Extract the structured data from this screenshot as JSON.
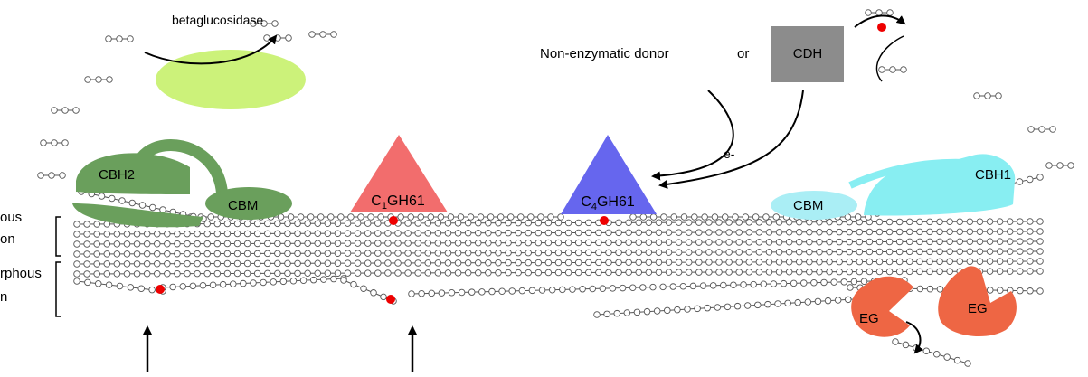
{
  "labels": {
    "betaglucosidase": "betaglucosidase",
    "donor": "Non-enzymatic donor",
    "or": "or",
    "cdh": "CDH",
    "electron": "e-",
    "cbh2": "CBH2",
    "cbm_left": "CBM",
    "c1_sub": "1",
    "c4_sub": "4",
    "gh61_prefix": "C",
    "gh61_suffix": "GH61",
    "cbh1": "CBH1",
    "cbm_right": "CBM",
    "eg_left": "EG",
    "eg_right": "EG",
    "crystalline_region_line1": "ous",
    "crystalline_region_line2": "on",
    "amorphous_region_line1": "rphous",
    "amorphous_region_line2": "n"
  },
  "colors": {
    "betaglucosidase_fill": "#ccf27a",
    "cdh_fill": "#8c8c8c",
    "cbh2_fill": "#6a9f5c",
    "c1gh61_fill": "#f26d6d",
    "c4gh61_fill": "#6666ee",
    "cbh1_fill": "#88eef2",
    "cbm_right_fill": "#aaeef5",
    "eg_fill": "#ee6644",
    "cut_site": "#ee0000",
    "chain_stroke": "#555555"
  }
}
